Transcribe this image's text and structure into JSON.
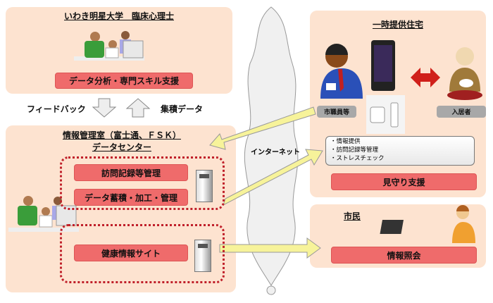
{
  "university": {
    "title": "いわき明星大学　臨床心理士",
    "support_label": "データ分析・専門スキル支援"
  },
  "flow": {
    "feedback": "フィードバック",
    "accumulated": "集積データ"
  },
  "datacenter": {
    "title_line1": "情報管理室（富士通、ＦＳＫ）",
    "title_line2": "データセンター",
    "items": [
      "訪問記録等管理",
      "データ蓄積・加工・管理"
    ],
    "health_site": "健康情報サイト"
  },
  "internet": {
    "label": "インターネット"
  },
  "housing": {
    "title": "一時提供住宅",
    "staff_label": "市職員等",
    "resident_label": "入居者",
    "services": [
      "・情報提供",
      "・訪問記録等管理",
      "・ストレスチェック"
    ],
    "support_label": "見守り支援"
  },
  "citizen": {
    "title": "市民",
    "inquiry_label": "情報照会"
  },
  "colors": {
    "panel": "#fde3d0",
    "red": "#ef6b6b",
    "arrow": "#f7f39a",
    "dash": "#c0202a"
  }
}
